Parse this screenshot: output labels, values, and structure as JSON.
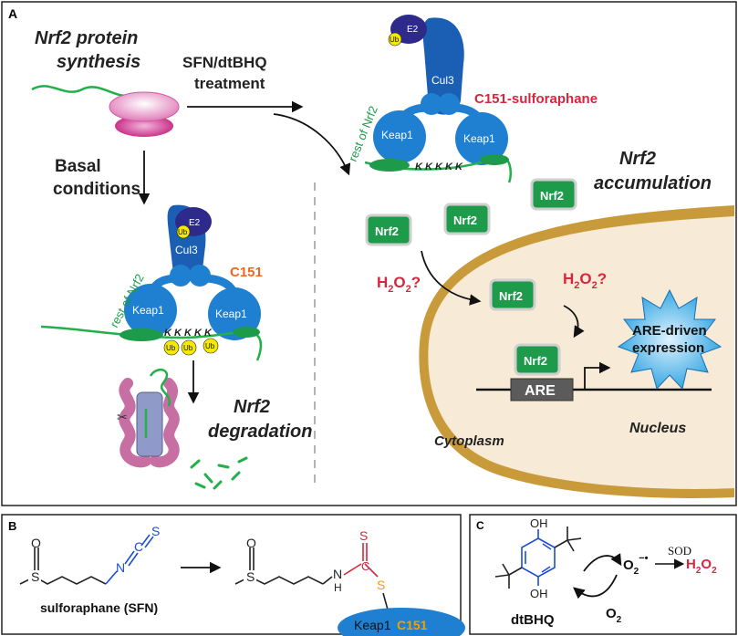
{
  "panel_a": {
    "letter": "A",
    "synthesis_line1": "Nrf2 protein",
    "synthesis_line2": "synthesis",
    "treatment_line1": "SFN/dtBHQ",
    "treatment_line2": "treatment",
    "basal_line1": "Basal",
    "basal_line2": "conditions",
    "e2": "E2",
    "ub": "Ub",
    "cul3": "Cul3",
    "keap1": "Keap1",
    "c151": "C151",
    "c151_sfn": "C151-sulforaphane",
    "rest_of_nrf2": "rest of Nrf2",
    "lysines": "K K K K K",
    "nrf2": "Nrf2",
    "h2o2_q_main": "H",
    "h2o2_sub": "2",
    "h2o2_o": "O",
    "h2o2_q": "?",
    "accum_line1": "Nrf2",
    "accum_line2": "accumulation",
    "degr_line1": "Nrf2",
    "degr_line2": "degradation",
    "are": "ARE",
    "are_expr_line1": "ARE-driven",
    "are_expr_line2": "expression",
    "cytoplasm": "Cytoplasm",
    "nucleus": "Nucleus"
  },
  "panel_b": {
    "letter": "B",
    "sfn_label": "sulforaphane (SFN)",
    "atom_s": "S",
    "atom_o": "O",
    "atom_n": "N",
    "atom_c": "C",
    "atom_nh": "H",
    "keap1": "Keap1",
    "c151": "C151"
  },
  "panel_c": {
    "letter": "C",
    "oh": "OH",
    "dtbhq": "dtBHQ",
    "o2": "O",
    "o2_sub": "2",
    "superoxide_sup": "−•",
    "sod": "SOD",
    "h2o2_h": "H",
    "h2o2_sub": "2",
    "h2o2_o": "O"
  },
  "colors": {
    "keap1_blue": "#1f7fd1",
    "cul3_blue": "#1a5fb4",
    "e2_purple": "#2e2a8c",
    "ub_yellow": "#f5e900",
    "nrf2_green": "#1d9a4a",
    "strand_green": "#22b04a",
    "red_label": "#d7263d",
    "c151_orange": "#f26522",
    "nucleus_fill": "#f7ead7",
    "nucleus_border": "#c99a3a",
    "burst_blue": "#4fb8e8"
  }
}
